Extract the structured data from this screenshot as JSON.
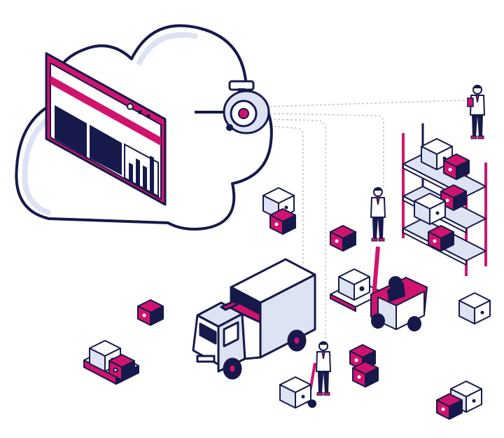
{
  "scene": {
    "subject": "cloud-warehouse-monitoring",
    "colors": {
      "navy": "#16194a",
      "magenta": "#d0146e",
      "light": "#dde3f2",
      "white": "#ffffff",
      "dotted": "#c4c4c4"
    },
    "dashboard_bars": [
      0.45,
      0.8,
      0.6,
      0.95
    ]
  }
}
